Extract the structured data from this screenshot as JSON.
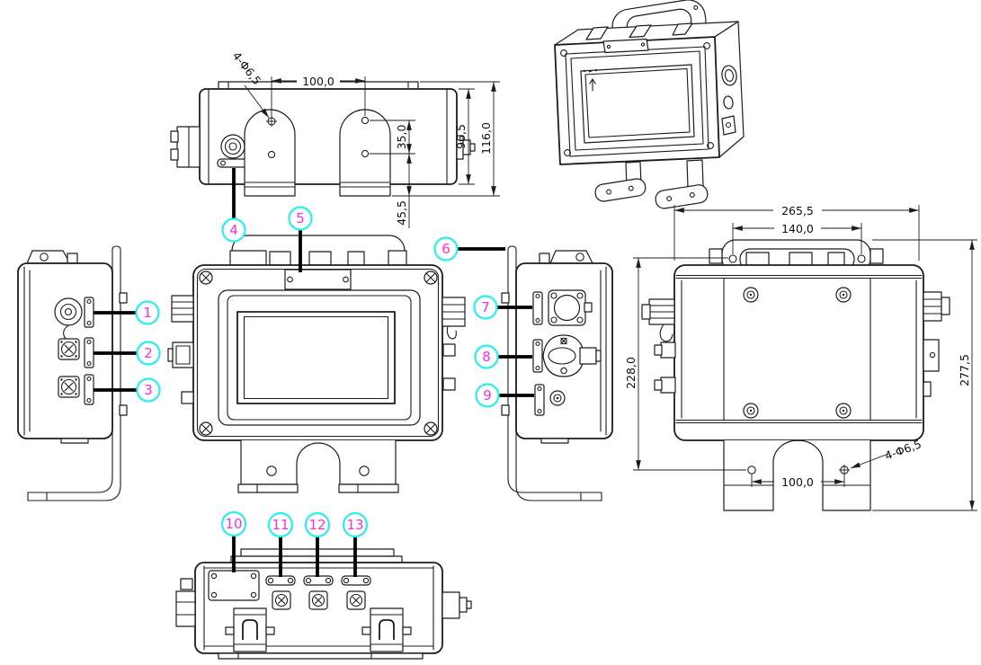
{
  "palette": {
    "background": "#ffffff",
    "line": "#1c1c1c",
    "callout_ring": "#2ceeee",
    "callout_number": "#ff2fd7",
    "leader": "#000000"
  },
  "callouts": {
    "c1": "1",
    "c2": "2",
    "c3": "3",
    "c4": "4",
    "c5": "5",
    "c6": "6",
    "c7": "7",
    "c8": "8",
    "c9": "9",
    "c10": "10",
    "c11": "11",
    "c12": "12",
    "c13": "13"
  },
  "top_view": {
    "hole_note": "4-Φ6,5",
    "bracket_hole_spacing": "100,0",
    "hole_offset": "35,0",
    "hole_to_edge": "45,5",
    "body_depth": "96,5",
    "overall_depth": "116,0"
  },
  "rear_view": {
    "overall_width": "265,5",
    "handle_hole_spacing": "140,0",
    "hole_row_spacing": "228,0",
    "overall_height": "277,5",
    "foot_hole_spacing": "100,0",
    "hole_note": "4-Φ6,5"
  }
}
